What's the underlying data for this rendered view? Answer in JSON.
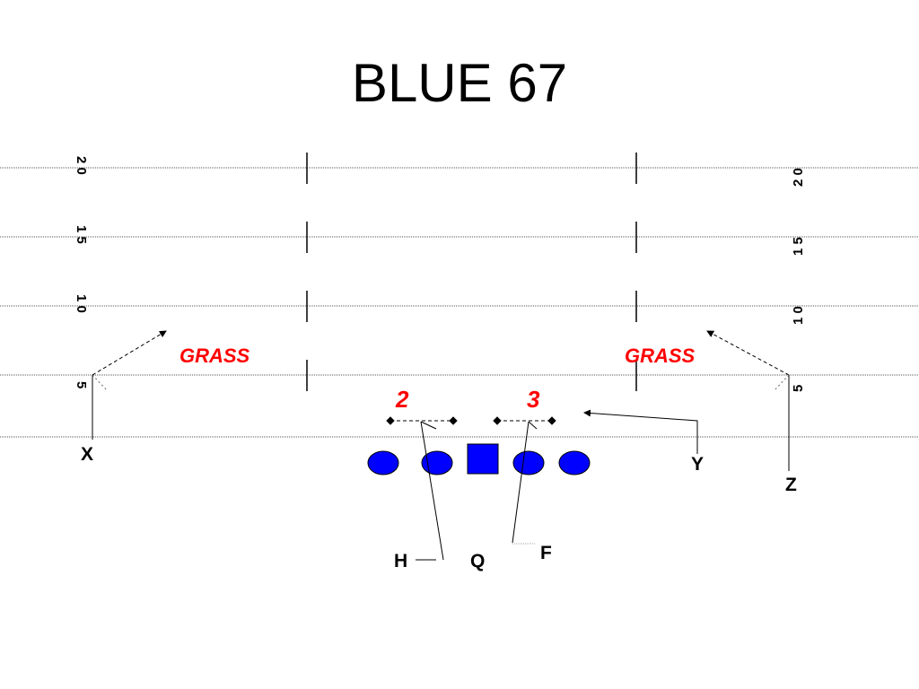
{
  "title": "BLUE 67",
  "yard_markers": {
    "twenty": "2 0",
    "fifteen": "1 5",
    "ten": "1 0",
    "five": "5"
  },
  "players": {
    "x": "X",
    "y": "Y",
    "z": "Z",
    "h": "H",
    "q": "Q",
    "f": "F"
  },
  "annotations": {
    "grass_left": "GRASS",
    "grass_right": "GRASS",
    "gap_2": "2",
    "gap_3": "3"
  },
  "colors": {
    "player_fill": "#0000ff",
    "annotation": "#ff0000",
    "line": "#000000"
  }
}
